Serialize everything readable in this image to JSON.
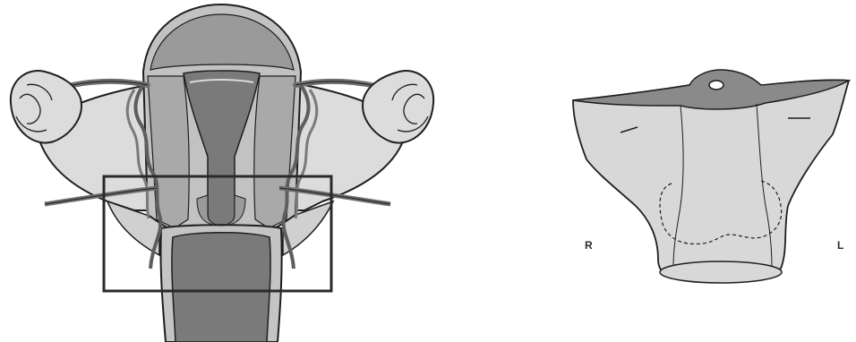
{
  "labels": {
    "right": "R",
    "left": "L"
  },
  "colors": {
    "outline": "#1e1e1e",
    "tissue_light": "#d9d9d9",
    "tissue_mid": "#a8a8a8",
    "tissue_dark": "#7a7a7a",
    "vessel": "#6e6e6e",
    "background": "#ffffff"
  },
  "panels": [
    {
      "name": "uterus-anatomy-illustration"
    },
    {
      "name": "resected-specimen-outline"
    }
  ]
}
